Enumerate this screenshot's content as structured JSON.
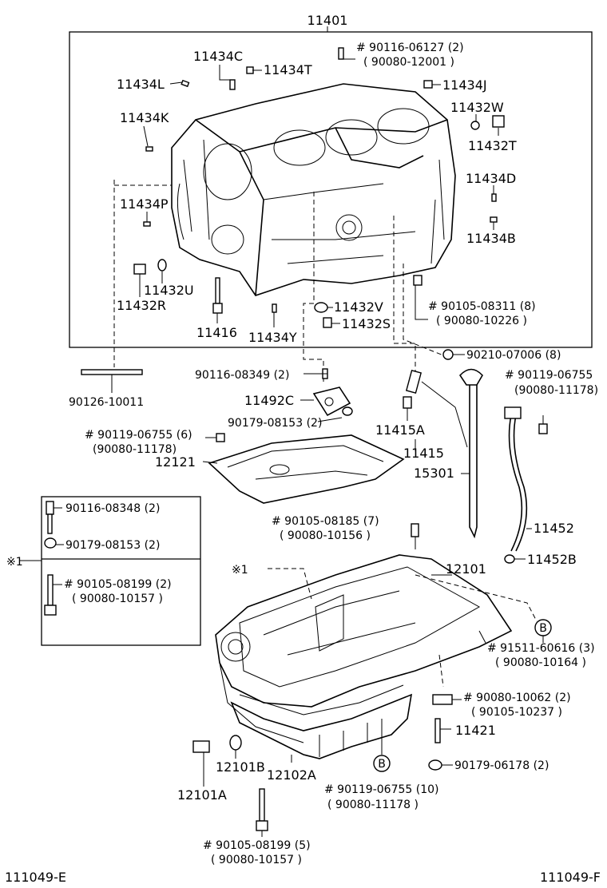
{
  "labels": {
    "block_assy": "11401",
    "p11434C": "11434C",
    "p11434T": "11434T",
    "p11434L": "11434L",
    "p11434J": "11434J",
    "p11432W": "11432W",
    "p11434K": "11434K",
    "p11432T": "11432T",
    "p11434D": "11434D",
    "p11434P": "11434P",
    "p11434B": "11434B",
    "p11432U": "11432U",
    "p11432R": "11432R",
    "p11416": "11416",
    "p11434Y": "11434Y",
    "p11432V": "11432V",
    "p11432S": "11432S",
    "bolt_top_1": "# 90116-06127 (2)",
    "bolt_top_2": "( 90080-12001 )",
    "bolt_r1_1": "# 90105-08311 (8)",
    "bolt_r1_2": "( 90080-10226 )",
    "p90210": "90210-07006 (8)",
    "p90126": "90126-10011",
    "p90116_08349": "90116-08349 (2)",
    "p11492C": "11492C",
    "p90179_08153": "90179-08153 (2)",
    "p11415A": "11415A",
    "p11415": "11415",
    "p90119_r_1": "# 90119-06755",
    "p90119_r_2": "(90080-11178)",
    "p90119_l_1": "# 90119-06755 (6)",
    "p90119_l_2": "(90080-11178)",
    "p12121": "12121",
    "p15301": "15301",
    "box_1": "90116-08348 (2)",
    "box_2": "90179-08153 (2)",
    "box_3_1": "# 90105-08199 (2)",
    "box_3_2": "( 90080-10157 )",
    "ref_1": "※1",
    "ref_1b": "※1",
    "p90105_08185_1": "# 90105-08185 (7)",
    "p90105_08185_2": "( 90080-10156 )",
    "p11452": "11452",
    "p11452B": "11452B",
    "p12101": "12101",
    "ref_b": "B",
    "ref_b2": "B",
    "p91511_1": "# 91511-60616 (3)",
    "p91511_2": "( 90080-10164 )",
    "p90080_1": "# 90080-10062 (2)",
    "p90080_2": "( 90105-10237 )",
    "p11421": "11421",
    "p90179_06178": "90179-06178 (2)",
    "p12101B": "12101B",
    "p12102A": "12102A",
    "p12101A": "12101A",
    "p90119_b_1": "# 90119-06755 (10)",
    "p90119_b_2": "( 90080-11178 )",
    "p90105_b_1": "# 90105-08199 (5)",
    "p90105_b_2": "( 90080-10157 )",
    "code_left": "111049-E",
    "code_right": "111049-F"
  }
}
